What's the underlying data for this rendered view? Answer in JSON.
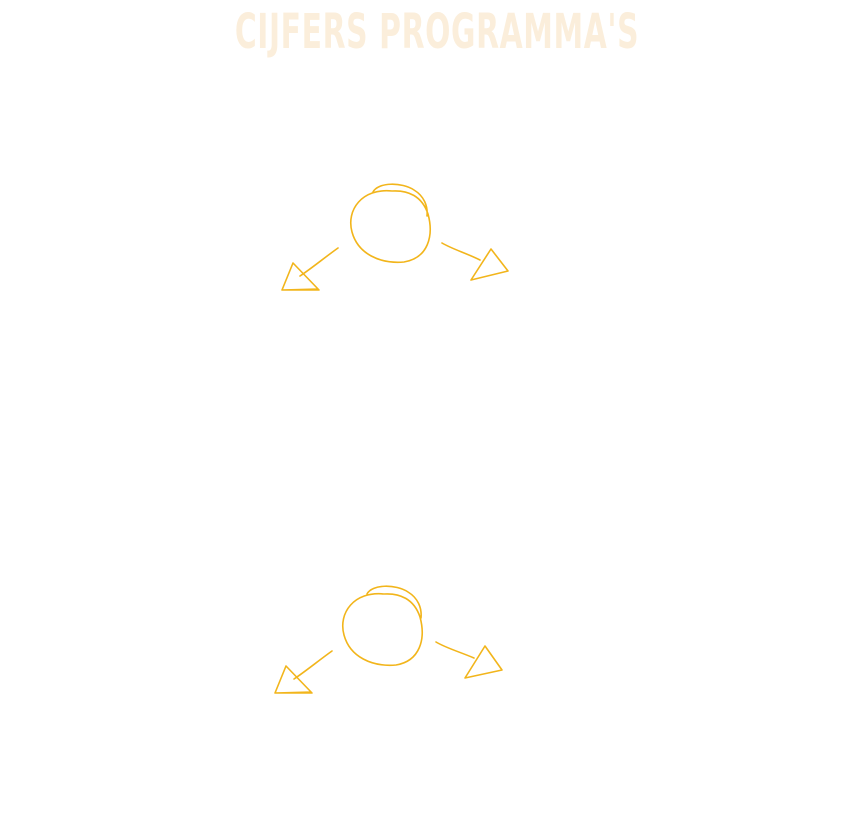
{
  "header": {
    "title": "CIJFERS PROGRAMMA'S"
  },
  "colors": {
    "title": "#fbeedb",
    "sketch_stroke": "#f2b51b",
    "background": "#ffffff"
  },
  "diagrams": [
    {
      "name": "diagram-1",
      "icons": [
        "hand-drawn-circle",
        "arrow-down-left",
        "arrow-right"
      ]
    },
    {
      "name": "diagram-2",
      "icons": [
        "hand-drawn-circle",
        "arrow-down-left",
        "arrow-right"
      ]
    }
  ]
}
